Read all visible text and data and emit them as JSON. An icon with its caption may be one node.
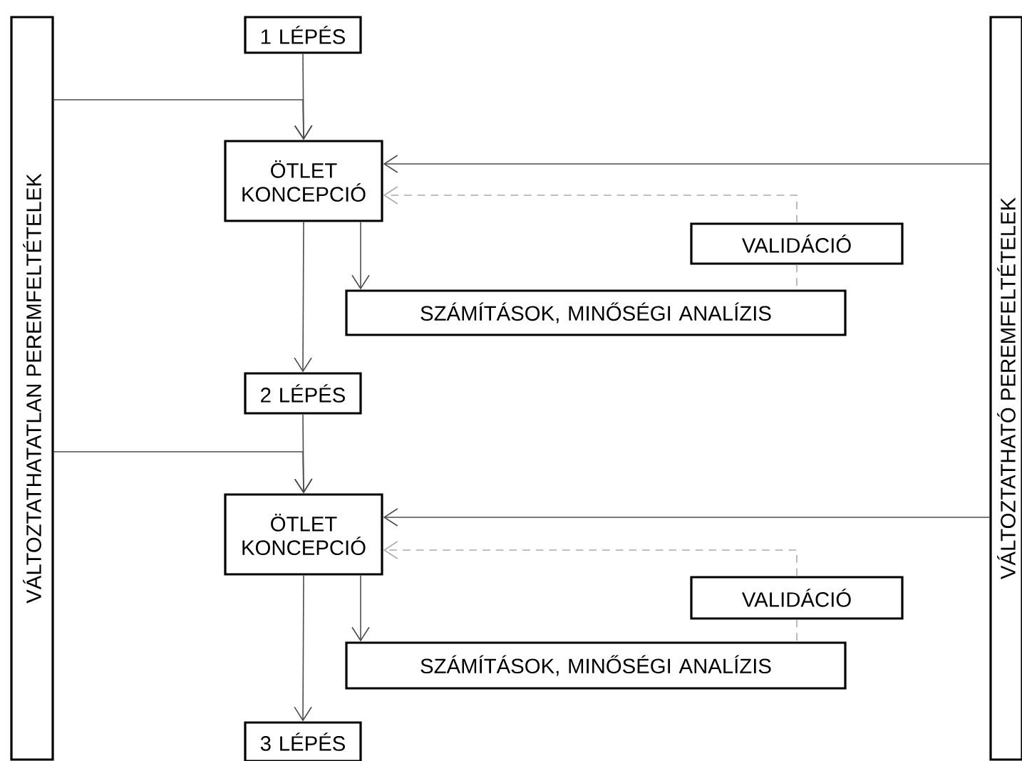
{
  "diagram": {
    "nodes": [
      {
        "text": [
          "VÁLTOZTATHATATLAN PEREMFELTÉTELEK"
        ]
      },
      {
        "text": [
          "VÁLTOZTATHATÓ PEREMFELTÉTELEK"
        ]
      },
      {
        "text": [
          "1 LÉPÉS"
        ]
      },
      {
        "text": [
          "ÖTLET KONCEPCIÓ"
        ]
      },
      {
        "text": [
          "VALIDÁCIÓ"
        ]
      },
      {
        "text": [
          "SZÁMÍTÁSOK, MINŐSÉGI ANALÍZIS"
        ]
      },
      {
        "text": [
          "2 LÉPÉS"
        ]
      },
      {
        "text": [
          "ÖTLET KONCEPCIÓ"
        ]
      },
      {
        "text": [
          "VALIDÁCIÓ"
        ]
      },
      {
        "text": [
          "SZÁMÍTÁSOK, MINŐSÉGI ANALÍZIS"
        ]
      },
      {
        "text": [
          "3 LÉPÉS"
        ]
      }
    ],
    "edges": [
      {
        "from": 2,
        "to": 3,
        "arrow": "to"
      },
      {
        "from": 0,
        "to": 3,
        "arrow": "to"
      },
      {
        "from": 1,
        "to": 3,
        "arrow": "to"
      },
      {
        "from": 4,
        "to": 3,
        "arrow": "to",
        "style": "dashed",
        "color": "#aaaaaa"
      },
      {
        "from": 4,
        "to": 5,
        "arrow": "none",
        "style": "dashed",
        "color": "#aaaaaa"
      },
      {
        "from": 3,
        "to": 5,
        "arrow": "to"
      },
      {
        "from": 3,
        "to": 6,
        "arrow": "to"
      },
      {
        "from": 6,
        "to": 7,
        "arrow": "to"
      },
      {
        "from": 0,
        "to": 7,
        "arrow": "to"
      },
      {
        "from": 1,
        "to": 7,
        "arrow": "to"
      },
      {
        "from": 8,
        "to": 7,
        "arrow": "to",
        "style": "dashed",
        "color": "#aaaaaa"
      },
      {
        "from": 8,
        "to": 9,
        "arrow": "none",
        "style": "dashed",
        "color": "#aaaaaa"
      },
      {
        "from": 7,
        "to": 9,
        "arrow": "to"
      },
      {
        "from": 7,
        "to": 10,
        "arrow": "to"
      }
    ]
  }
}
